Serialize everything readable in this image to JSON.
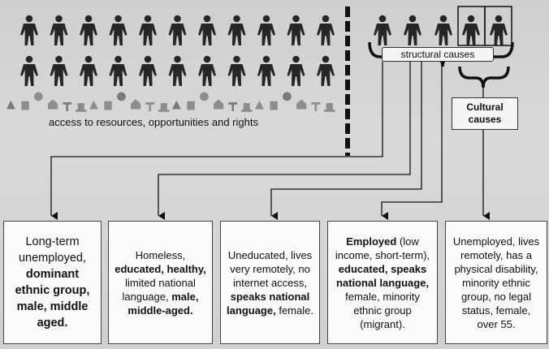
{
  "labels": {
    "resources": "access to resources, opportunities and rights",
    "structural": "structural causes",
    "cultural_line1": "Cultural",
    "cultural_line2": "causes"
  },
  "cards": [
    {
      "name": "card-long-term-unemployed",
      "parts": [
        {
          "text": "Long-term unemployed, ",
          "bold": false
        },
        {
          "text": "dominant ethnic group, male, middle aged.",
          "bold": true
        }
      ]
    },
    {
      "name": "card-homeless",
      "parts": [
        {
          "text": "Homeless, ",
          "bold": false
        },
        {
          "text": "educated, healthy, ",
          "bold": true
        },
        {
          "text": "limited national language, ",
          "bold": false
        },
        {
          "text": "male, middle-aged.",
          "bold": true
        }
      ]
    },
    {
      "name": "card-uneducated",
      "parts": [
        {
          "text": "Uneducated, lives very remotely, no internet access, ",
          "bold": false
        },
        {
          "text": "speaks national language, ",
          "bold": true
        },
        {
          "text": "female.",
          "bold": false
        }
      ]
    },
    {
      "name": "card-employed",
      "parts": [
        {
          "text": "Employed ",
          "bold": true
        },
        {
          "text": "(low income, short-term), ",
          "bold": false
        },
        {
          "text": "educated, speaks national language, ",
          "bold": true
        },
        {
          "text": "female, minority ethnic group (migrant).",
          "bold": false
        }
      ]
    },
    {
      "name": "card-unemployed-remote",
      "parts": [
        {
          "text": "Unemployed, lives remotely, has a physical disability, minority ethnic group, no legal status, female, over 55.",
          "bold": false
        }
      ]
    }
  ],
  "figures": {
    "row1_count": 11,
    "row2_count": 11,
    "right_count": 5,
    "right_boxed": 2
  },
  "icon_names": [
    "water-tap-icon",
    "person-icon",
    "book-icon",
    "medical-icon",
    "school-icon",
    "house-icon",
    "factory-icon",
    "cow-icon",
    "tree-icon",
    "road-icon"
  ]
}
